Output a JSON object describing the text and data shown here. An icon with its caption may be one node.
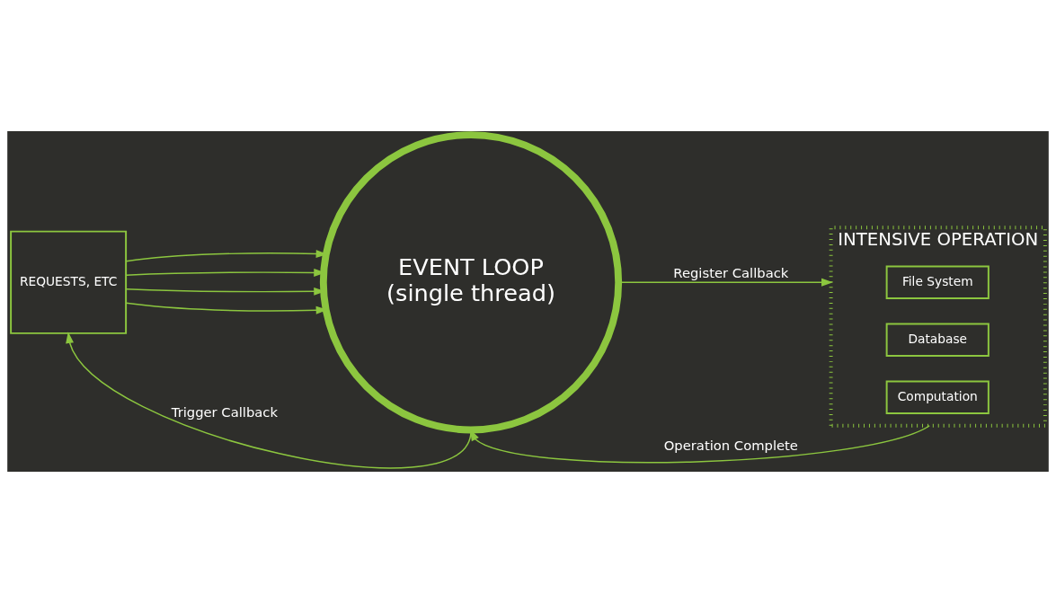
{
  "diagram": {
    "nodes": [
      {
        "text": [
          "REQUESTS, ETC"
        ]
      },
      {
        "text": [
          "EVENT LOOP",
          "(single thread)"
        ]
      },
      {
        "text": [
          "INTENSIVE OPERATION"
        ]
      },
      {
        "text": [
          "File System"
        ],
        "in": 2
      },
      {
        "text": [
          "Database"
        ],
        "in": 2
      },
      {
        "text": [
          "Computation"
        ],
        "in": 2
      }
    ],
    "edges": [
      {
        "from": 0,
        "to": 1,
        "arrow": "to"
      },
      {
        "from": 0,
        "to": 1,
        "arrow": "to"
      },
      {
        "from": 0,
        "to": 1,
        "arrow": "to"
      },
      {
        "from": 0,
        "to": 1,
        "arrow": "to"
      },
      {
        "from": 1,
        "to": 2,
        "arrow": "to",
        "label": "Register Callback"
      },
      {
        "from": 2,
        "to": 1,
        "arrow": "to",
        "label": "Operation Complete"
      },
      {
        "from": 1,
        "to": 0,
        "arrow": "to",
        "label": "Trigger Callback"
      }
    ]
  }
}
